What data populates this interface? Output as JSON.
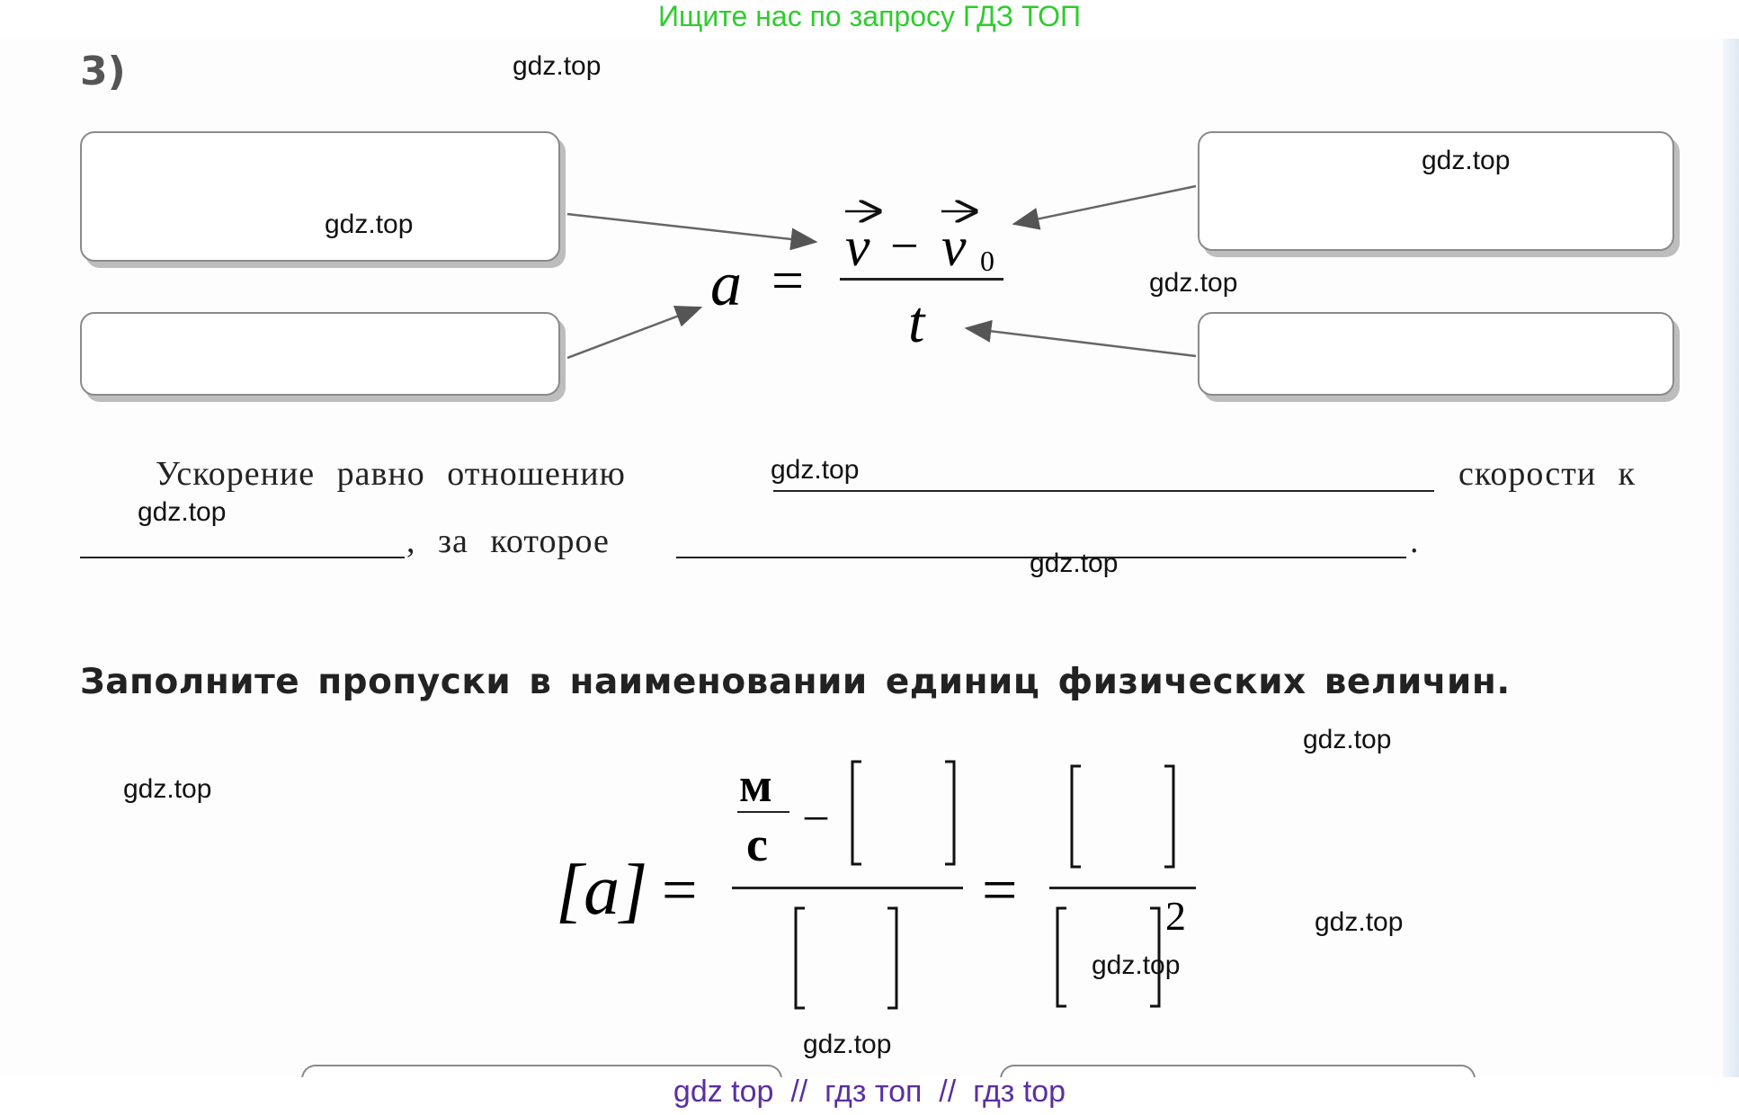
{
  "banner": {
    "text": "Ищите нас по запросу ГДЗ ТОП",
    "color": "#2ecc2e"
  },
  "task_number": "3)",
  "formula1": {
    "lhs": "a",
    "equals": "=",
    "numerator_v": "v",
    "minus": "−",
    "numerator_v0": "v",
    "subscript_0": "0",
    "denominator": "t"
  },
  "sentence": {
    "part1": "Ускорение равно отношению",
    "part2": "скорости к",
    "part3": ", за которое",
    "part4": "."
  },
  "heading": "Заполните пропуски в наименовании единиц физических величин.",
  "formula2": {
    "lhs": "[a]",
    "equals": "=",
    "unit_m": "м",
    "unit_c": "с",
    "minus": "–",
    "exponent": "2"
  },
  "watermarks": [
    "gdz.top",
    "gdz.top",
    "gdz.top",
    "gdz.top",
    "gdz.top",
    "gdz.top",
    "gdz.top",
    "gdz.top",
    "gdz.top",
    "gdz.top",
    "gdz.top",
    "gdz.top"
  ],
  "footer": {
    "text": "gdz top  //  гдз топ  //  гдз top",
    "color": "#5b2fa0"
  }
}
